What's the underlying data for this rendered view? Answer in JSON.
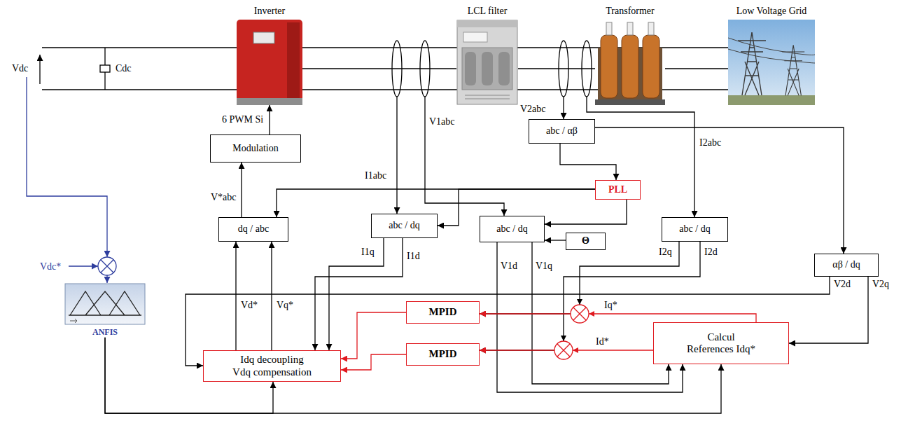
{
  "diagram": {
    "nodes": [
      {
        "text": [
          "Inverter"
        ]
      },
      {
        "text": [
          "LCL filter"
        ]
      },
      {
        "text": [
          "Transformer"
        ]
      },
      {
        "text": [
          "Low Voltage Grid"
        ]
      },
      {
        "text": [
          "Modulation"
        ]
      },
      {
        "text": [
          "abc / αβ"
        ]
      },
      {
        "text": [
          "PLL"
        ]
      },
      {
        "text": [
          "dq / abc"
        ]
      },
      {
        "text": [
          "abc / dq"
        ]
      },
      {
        "text": [
          "abc / dq"
        ]
      },
      {
        "text": [
          "Θ"
        ]
      },
      {
        "text": [
          "abc / dq"
        ]
      },
      {
        "text": [
          "αβ / dq"
        ]
      },
      {
        "text": [
          "ANFIS"
        ]
      },
      {
        "text": [
          "Idq decoupling Vdq compensation"
        ]
      },
      {
        "text": [
          "MPID"
        ]
      },
      {
        "text": [
          "MPID"
        ]
      },
      {
        "text": [
          "Calcul References Idq*"
        ]
      }
    ],
    "edges": [
      {
        "from": 0,
        "to": 1,
        "arrow": "none"
      },
      {
        "from": 1,
        "to": 2,
        "arrow": "none"
      },
      {
        "from": 2,
        "to": 3,
        "arrow": "none"
      },
      {
        "from": 4,
        "to": 0,
        "arrow": "to"
      },
      {
        "from": 7,
        "to": 4,
        "arrow": "to"
      },
      {
        "from": 5,
        "to": 6,
        "arrow": "to"
      },
      {
        "from": 5,
        "to": 12,
        "arrow": "to"
      },
      {
        "from": 6,
        "to": 7,
        "arrow": "to"
      },
      {
        "from": 6,
        "to": 8,
        "arrow": "to"
      },
      {
        "from": 6,
        "to": 9,
        "arrow": "to"
      },
      {
        "from": 10,
        "to": 9,
        "arrow": "to"
      },
      {
        "from": 14,
        "to": 7,
        "arrow": "to"
      },
      {
        "from": 14,
        "to": 7,
        "arrow": "to"
      },
      {
        "from": 8,
        "to": 14,
        "arrow": "to"
      },
      {
        "from": 8,
        "to": 14,
        "arrow": "to"
      },
      {
        "from": 15,
        "to": 14,
        "arrow": "to"
      },
      {
        "from": 16,
        "to": 14,
        "arrow": "to"
      },
      {
        "from": 17,
        "to": 15,
        "arrow": "to"
      },
      {
        "from": 17,
        "to": 16,
        "arrow": "to"
      },
      {
        "from": 11,
        "to": 15,
        "arrow": "to"
      },
      {
        "from": 11,
        "to": 16,
        "arrow": "to"
      },
      {
        "from": 9,
        "to": 17,
        "arrow": "to"
      },
      {
        "from": 9,
        "to": 17,
        "arrow": "to"
      },
      {
        "from": 12,
        "to": 17,
        "arrow": "to"
      },
      {
        "from": 12,
        "to": 14,
        "arrow": "to"
      },
      {
        "from": 13,
        "to": 14,
        "arrow": "to"
      },
      {
        "from": 13,
        "to": 17,
        "arrow": "to"
      }
    ],
    "labels": [
      "Vdc",
      "Cdc",
      "6 PWM Si",
      "I1abc",
      "V1abc",
      "V2abc",
      "I2abc",
      "V*abc",
      "I1q",
      "I1d",
      "V1d",
      "V1q",
      "I2q",
      "I2d",
      "Iq*",
      "Id*",
      "V2d",
      "V2q",
      "Vd*",
      "Vq*",
      "Vdc*"
    ]
  }
}
